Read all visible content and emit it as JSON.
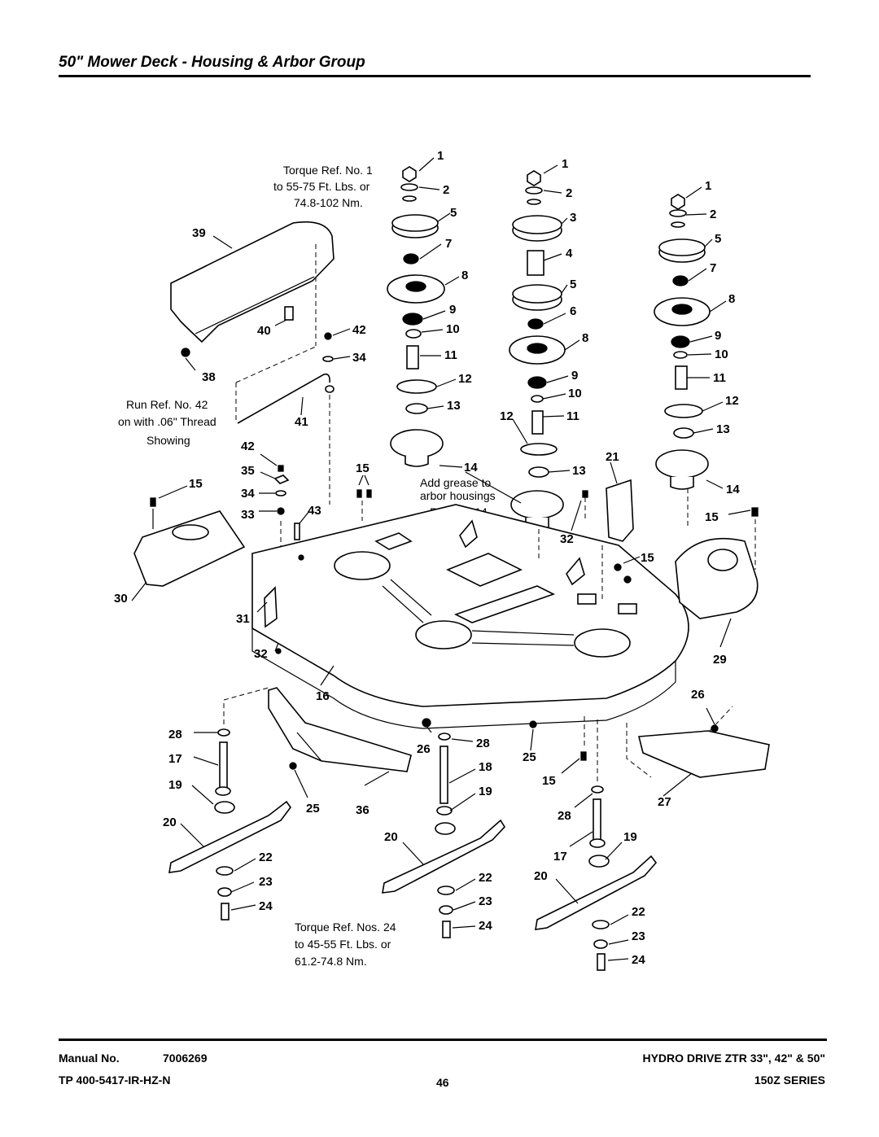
{
  "header": {
    "title": "50\" Mower Deck - Housing & Arbor Group"
  },
  "notes": {
    "torque_top": [
      "Torque Ref. No. 1",
      "to 55-75 Ft. Lbs. or",
      "74.8-102 Nm."
    ],
    "run_ref": [
      "Run Ref. No. 42",
      "on with .06\" Thread",
      "Showing"
    ],
    "grease": [
      "Add grease to",
      "arbor housings",
      "Ref. No. 14"
    ],
    "torque_bottom": [
      "Torque Ref. Nos. 24",
      "to 45-55 Ft. Lbs. or",
      "61.2-74.8 Nm."
    ]
  },
  "callouts": [
    "1",
    "2",
    "5",
    "7",
    "8",
    "9",
    "10",
    "11",
    "12",
    "13",
    "14",
    "1",
    "2",
    "3",
    "4",
    "5",
    "6",
    "8",
    "9",
    "10",
    "11",
    "12",
    "13",
    "1",
    "2",
    "5",
    "7",
    "8",
    "9",
    "10",
    "11",
    "12",
    "13",
    "14",
    "39",
    "40",
    "42",
    "34",
    "38",
    "41",
    "42",
    "35",
    "34",
    "33",
    "15",
    "43",
    "15",
    "30",
    "31",
    "32",
    "21",
    "32",
    "15",
    "15",
    "29",
    "16",
    "26",
    "27",
    "28",
    "17",
    "19",
    "20",
    "22",
    "23",
    "24",
    "25",
    "36",
    "26",
    "28",
    "18",
    "19",
    "20",
    "22",
    "23",
    "24",
    "25",
    "15",
    "28",
    "17",
    "19",
    "20",
    "22",
    "23",
    "24"
  ],
  "footer": {
    "manual_label": "Manual No.",
    "manual_number": "7006269",
    "tp_code": "TP 400-5417-IR-HZ-N",
    "page_number": "46",
    "product_line": "HYDRO DRIVE ZTR 33\", 42\" & 50\"",
    "series": "150Z SERIES"
  }
}
